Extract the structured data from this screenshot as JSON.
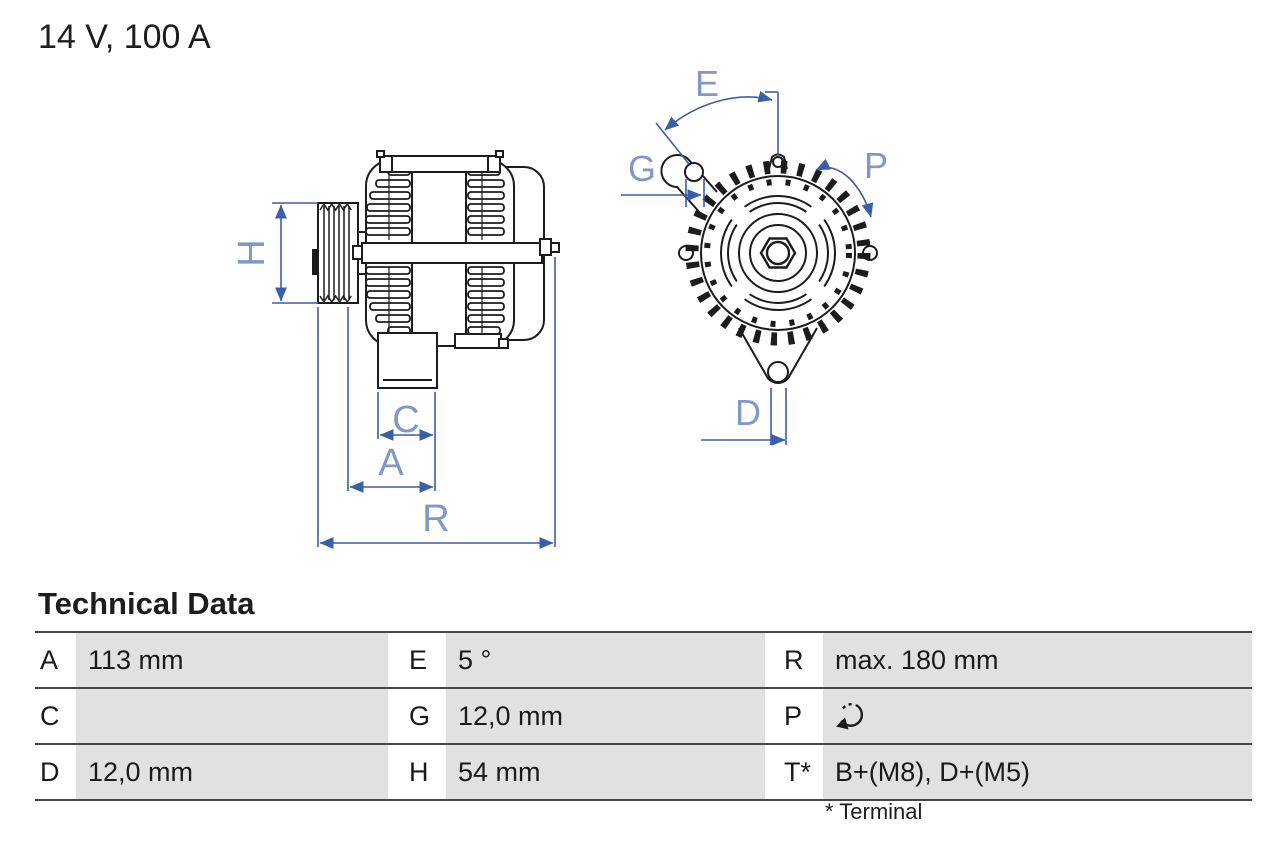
{
  "title": "14 V, 100 A",
  "section_heading": "Technical Data",
  "footnote": "* Terminal",
  "diagram": {
    "dimension_labels": {
      "H": "H",
      "C": "C",
      "A": "A",
      "R": "R",
      "E": "E",
      "G": "G",
      "P": "P",
      "D": "D"
    },
    "colors": {
      "drawing_line": "#1c1c1c",
      "dimension_line": "#3a5fa8",
      "dimension_label": "#8097c8"
    }
  },
  "table": {
    "rows": [
      {
        "c1": "A",
        "v1": "113 mm",
        "c2": "E",
        "v2": "5 °",
        "c3": "R",
        "v3": "max. 180 mm"
      },
      {
        "c1": "C",
        "v1": "",
        "c2": "G",
        "v2": "12,0 mm",
        "c3": "P",
        "v3": "",
        "v3_icon": "rotation-direction"
      },
      {
        "c1": "D",
        "v1": "12,0 mm",
        "c2": "H",
        "v2": "54 mm",
        "c3": "T*",
        "v3": "B+(M8), D+(M5)"
      }
    ]
  }
}
